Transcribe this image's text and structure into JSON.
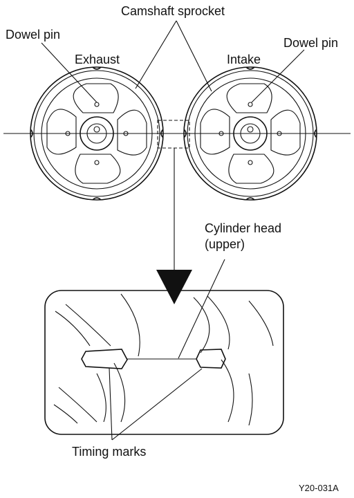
{
  "labels": {
    "camshaft_sprocket": "Camshaft sprocket",
    "dowel_pin_left": "Dowel pin",
    "dowel_pin_right": "Dowel pin",
    "exhaust": "Exhaust",
    "intake": "Intake",
    "cylinder_head": "Cylinder head",
    "cylinder_head_sub": "(upper)",
    "timing_marks": "Timing marks"
  },
  "figure_code": "Y20-031A"
}
